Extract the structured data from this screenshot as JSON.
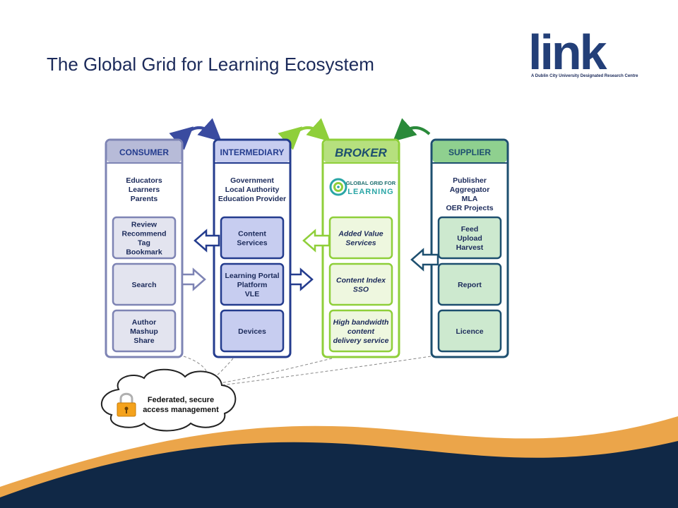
{
  "slide": {
    "title": "The Global Grid for Learning Ecosystem"
  },
  "logo": {
    "name": "link",
    "tagline": "A Dublin City University Designated Research Centre"
  },
  "columns": {
    "consumer": {
      "header": "CONSUMER",
      "roles": [
        "Educators",
        "Learners",
        "Parents"
      ],
      "boxes": [
        [
          "Review",
          "Recommend",
          "Tag",
          "Bookmark"
        ],
        [
          "Search"
        ],
        [
          "Author",
          "Mashup",
          "Share"
        ]
      ]
    },
    "intermediary": {
      "header": "INTERMEDIARY",
      "roles": [
        "Government",
        "Local Authority",
        "Education Provider"
      ],
      "boxes": [
        [
          "Content",
          "Services"
        ],
        [
          "Learning Portal",
          "Platform",
          "VLE"
        ],
        [
          "Devices"
        ]
      ]
    },
    "broker": {
      "header": "BROKER",
      "logo_line1": "GLOBAL GRID FOR",
      "logo_line2": "LEARNING",
      "boxes": [
        [
          "Added Value",
          "Services"
        ],
        [
          "Content Index",
          "SSO"
        ],
        [
          "High bandwidth",
          "content",
          "delivery service"
        ]
      ]
    },
    "supplier": {
      "header": "SUPPLIER",
      "roles": [
        "Publisher",
        "Aggregator",
        "MLA",
        "OER Projects"
      ],
      "boxes": [
        [
          "Feed",
          "Upload",
          "Harvest"
        ],
        [
          "Report"
        ],
        [
          "Licence"
        ]
      ]
    }
  },
  "cloud": {
    "lines": [
      "Federated, secure",
      "access management"
    ],
    "icon": "padlock-icon"
  },
  "colors": {
    "title": "#1b2a5a",
    "consumer": "#7e84b4",
    "consumer_fill": "#e3e4ef",
    "intermediary": "#243c8e",
    "intermediary_fill": "#c7cdf0",
    "broker": "#8fcf3a",
    "broker_fill": "#eef7df",
    "supplier": "#1d4f6f",
    "supplier_fill": "#cde9cf",
    "navy": "#102846",
    "orange": "#eba54a"
  }
}
